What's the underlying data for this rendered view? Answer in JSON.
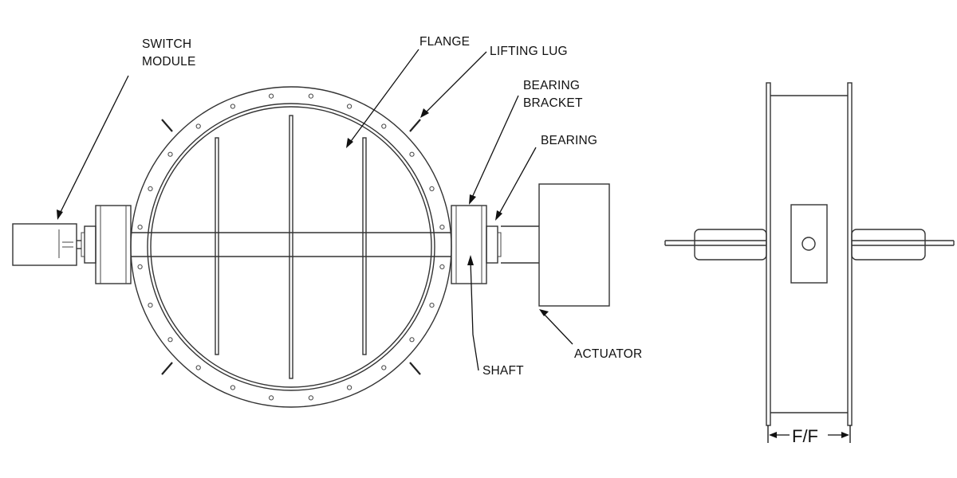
{
  "labels": {
    "switch_module_line1": "SWITCH",
    "switch_module_line2": "MODULE",
    "flange": "FLANGE",
    "lifting_lug": "LIFTING LUG",
    "bearing_bracket_line1": "BEARING",
    "bearing_bracket_line2": "BRACKET",
    "bearing": "BEARING",
    "actuator": "ACTUATOR",
    "shaft": "SHAFT",
    "face_to_face": "F/F"
  },
  "colors": {
    "line": "#333333",
    "background": "#ffffff"
  }
}
